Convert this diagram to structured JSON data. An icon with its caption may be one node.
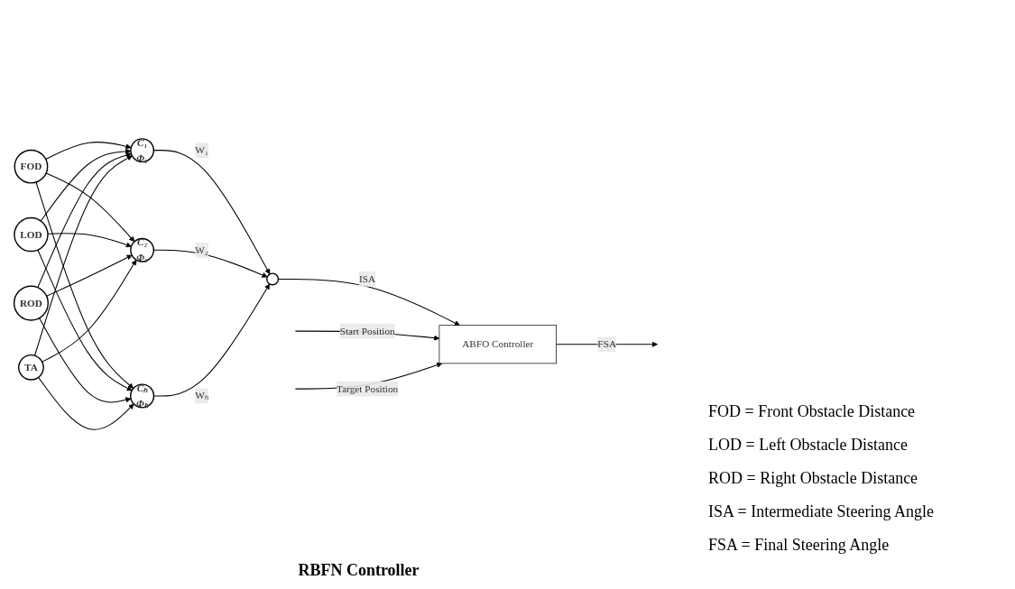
{
  "diagram": {
    "nodes": [
      {
        "text": [
          "FOD"
        ]
      },
      {
        "text": [
          "LOD"
        ]
      },
      {
        "text": [
          "ROD"
        ]
      },
      {
        "text": [
          "TA"
        ]
      },
      {
        "text": [
          "C₁",
          "Φ₁"
        ]
      },
      {
        "text": [
          "C₂",
          "Φ₂"
        ]
      },
      {
        "text": [
          "Cₕ",
          "Φₕ"
        ]
      },
      {
        "text": [],
        "shape": "circle"
      },
      {
        "text": [
          "ABFO Controller"
        ]
      }
    ],
    "edges": [
      {
        "from": 0,
        "to": 4,
        "arrow": "to"
      },
      {
        "from": 0,
        "to": 5,
        "arrow": "to"
      },
      {
        "from": 0,
        "to": 6,
        "arrow": "to"
      },
      {
        "from": 1,
        "to": 4,
        "arrow": "to"
      },
      {
        "from": 1,
        "to": 5,
        "arrow": "to"
      },
      {
        "from": 1,
        "to": 6,
        "arrow": "to"
      },
      {
        "from": 2,
        "to": 4,
        "arrow": "to"
      },
      {
        "from": 2,
        "to": 5,
        "arrow": "to"
      },
      {
        "from": 2,
        "to": 6,
        "arrow": "to"
      },
      {
        "from": 3,
        "to": 4,
        "arrow": "to"
      },
      {
        "from": 3,
        "to": 5,
        "arrow": "to"
      },
      {
        "from": 3,
        "to": 6,
        "arrow": "to"
      },
      {
        "from": 4,
        "to": 7,
        "arrow": "to",
        "label": "W₁"
      },
      {
        "from": 5,
        "to": 7,
        "arrow": "to",
        "label": "W₂"
      },
      {
        "from": 6,
        "to": 7,
        "arrow": "to",
        "label": "Wₕ"
      },
      {
        "from": 7,
        "to": 8,
        "arrow": "to",
        "label": "ISA"
      },
      {
        "from": null,
        "to": 8,
        "arrow": "to",
        "label": "Start Position"
      },
      {
        "from": null,
        "to": 8,
        "arrow": "to",
        "label": "Target Position"
      },
      {
        "from": 8,
        "to": null,
        "arrow": "to",
        "label": "FSA"
      }
    ],
    "labels": [
      "RBFN Controller",
      "FOD = Front Obstacle Distance",
      "LOD = Left Obstacle Distance",
      "ROD = Right Obstacle Distance",
      "ISA = Intermediate Steering Angle",
      "FSA = Final Steering Angle"
    ]
  }
}
